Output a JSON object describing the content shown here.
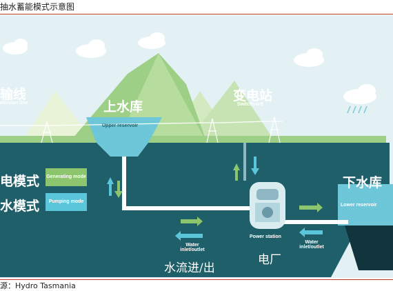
{
  "caption": "抽水蓄能模式示意图",
  "source": "源：Hydro Tasmania",
  "labels": {
    "transmission_cn": "输线",
    "transmission_en": "mission line",
    "upper_reservoir_cn": "上水库",
    "upper_reservoir_en": "Upper reservoir",
    "switchyard_cn": "变电站",
    "switchyard_en": "Switchyard",
    "lower_reservoir_cn": "下水库",
    "lower_reservoir_en": "Lower reservoir",
    "generating_cn": "电模式",
    "pumping_cn": "水模式",
    "generating_box": "Generating mode",
    "pumping_box": "Pumping mode",
    "water_left": "Water inlet/outlet",
    "power_station": "Power station",
    "water_right": "Water inlet/outlet",
    "power_plant_cn": "电厂",
    "water_flow_cn": "水流进/出"
  },
  "colors": {
    "sky": "#dff0f4",
    "mountain_green": "#9dcf86",
    "mountain_light": "#c7e3b3",
    "land": "#1f5f6a",
    "water": "#6ec6d9",
    "generating": "#8cc56e",
    "pumping": "#5bc5d9"
  }
}
